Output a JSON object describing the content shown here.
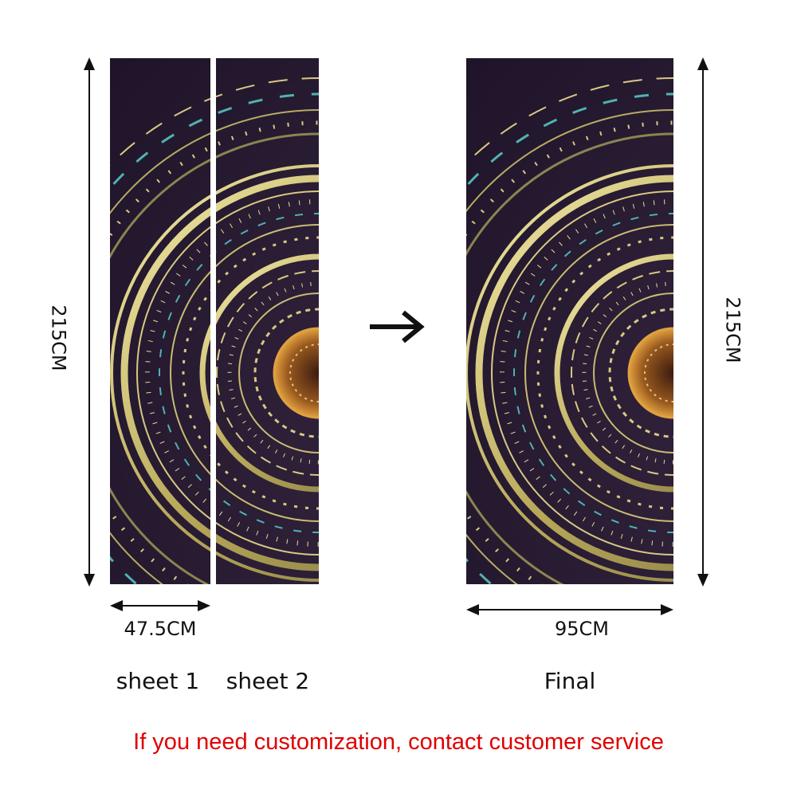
{
  "left_group": {
    "height_label": "215CM",
    "width_label": "47.5CM",
    "sheet1_label": "sheet 1",
    "sheet2_label": "sheet 2"
  },
  "right_group": {
    "height_label": "215CM",
    "width_label": "95CM",
    "final_label": "Final"
  },
  "arrow_icon": "right-arrow",
  "footer_text": "If you need customization, contact customer service",
  "colors": {
    "footer": "#e00000",
    "panel_bg": "#2a1a2e",
    "gold": "#d8c983",
    "teal": "#4fb3b3",
    "amber": "#d08a2a"
  }
}
